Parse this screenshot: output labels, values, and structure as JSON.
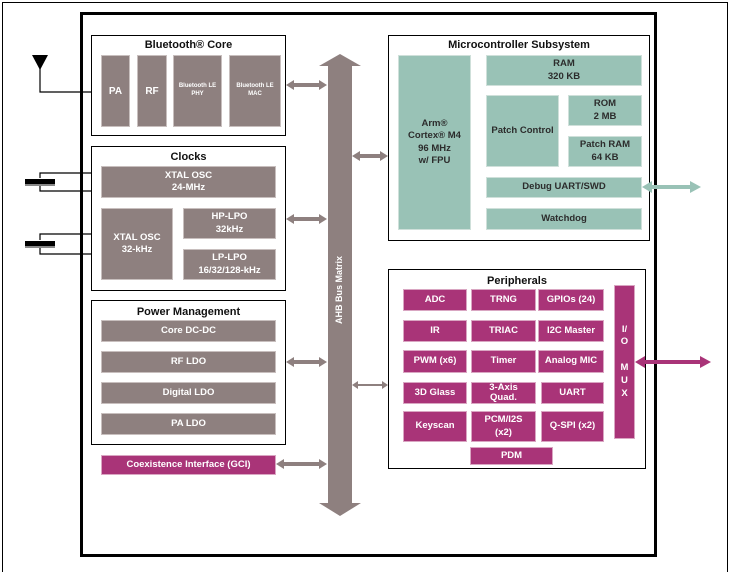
{
  "bluetooth_core": {
    "title": "Bluetooth® Core",
    "blocks": [
      "PA",
      "RF",
      "Bluetooth LE\nPHY",
      "Bluetooth LE\nMAC"
    ]
  },
  "clocks": {
    "title": "Clocks",
    "blocks": [
      "XTAL OSC\n24-MHz",
      "XTAL OSC\n32-kHz",
      "HP-LPO\n32kHz",
      "LP-LPO\n16/32/128-kHz"
    ]
  },
  "power_management": {
    "title": "Power Management",
    "blocks": [
      "Core DC-DC",
      "RF LDO",
      "Digital LDO",
      "PA LDO"
    ]
  },
  "coexistence": {
    "label": "Coexistence Interface (GCI)"
  },
  "bus": {
    "label": "AHB Bus Matrix"
  },
  "microcontroller": {
    "title": "Microcontroller Subsystem",
    "cpu": "Arm®\nCortex® M4\n96 MHz\nw/ FPU",
    "ram": "RAM\n320 KB",
    "patch_control": "Patch Control",
    "rom": "ROM\n2 MB",
    "patch_ram": "Patch RAM\n64 KB",
    "debug": "Debug UART/SWD",
    "watchdog": "Watchdog"
  },
  "peripherals": {
    "title": "Peripherals",
    "blocks": [
      "ADC",
      "TRNG",
      "GPIOs (24)",
      "IR",
      "TRIAC",
      "I2C Master",
      "PWM (x6)",
      "Timer",
      "Analog MIC",
      "3D Glass",
      "3-Axis\nQuad.",
      "UART",
      "Keyscan",
      "PCM/I2S\n(x2)",
      "Q-SPI (x2)",
      "PDM"
    ],
    "io_mux": "I/\nO\n\nM\nU\nX"
  },
  "colors": {
    "gray_block": "#8e807f",
    "mcu_block": "#99c2b6",
    "peripheral_block": "#a93478",
    "bus": "#8e807f"
  }
}
